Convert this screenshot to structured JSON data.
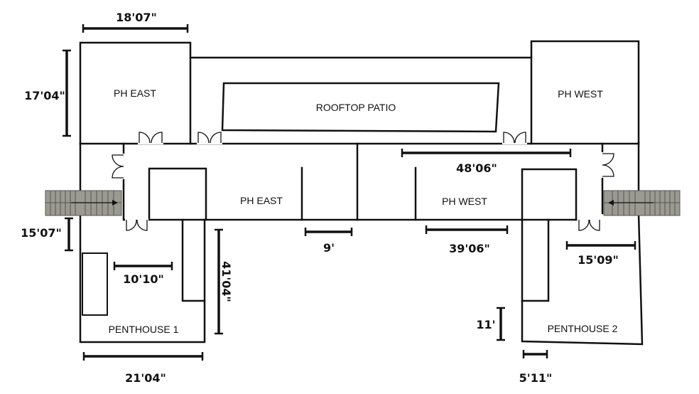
{
  "rooms": {
    "ph_east_top": "PH EAST",
    "rooftop_patio": "ROOFTOP PATIO",
    "ph_west_top": "PH WEST",
    "ph_east_mid": "PH EAST",
    "ph_west_mid": "PH WEST",
    "penthouse_1": "PENTHOUSE 1",
    "penthouse_2": "PENTHOUSE 2"
  },
  "dimensions": {
    "ph_east_width": "18'07\"",
    "ph_east_height": "17'04\"",
    "ph_west_mid_width": "48'06\"",
    "penthouse1_side": "15'07\"",
    "corridor_gap": "9'",
    "ph_west_mid_lower": "39'06\"",
    "penthouse2_side": "15'09\"",
    "penthouse1_inner": "10'10\"",
    "penthouse1_depth": "41'04\"",
    "penthouse2_height": "11'",
    "penthouse1_width": "21'04\"",
    "penthouse2_small": "5'11\""
  },
  "colors": {
    "stairs": "#9a9a91",
    "walls": "#111111"
  }
}
